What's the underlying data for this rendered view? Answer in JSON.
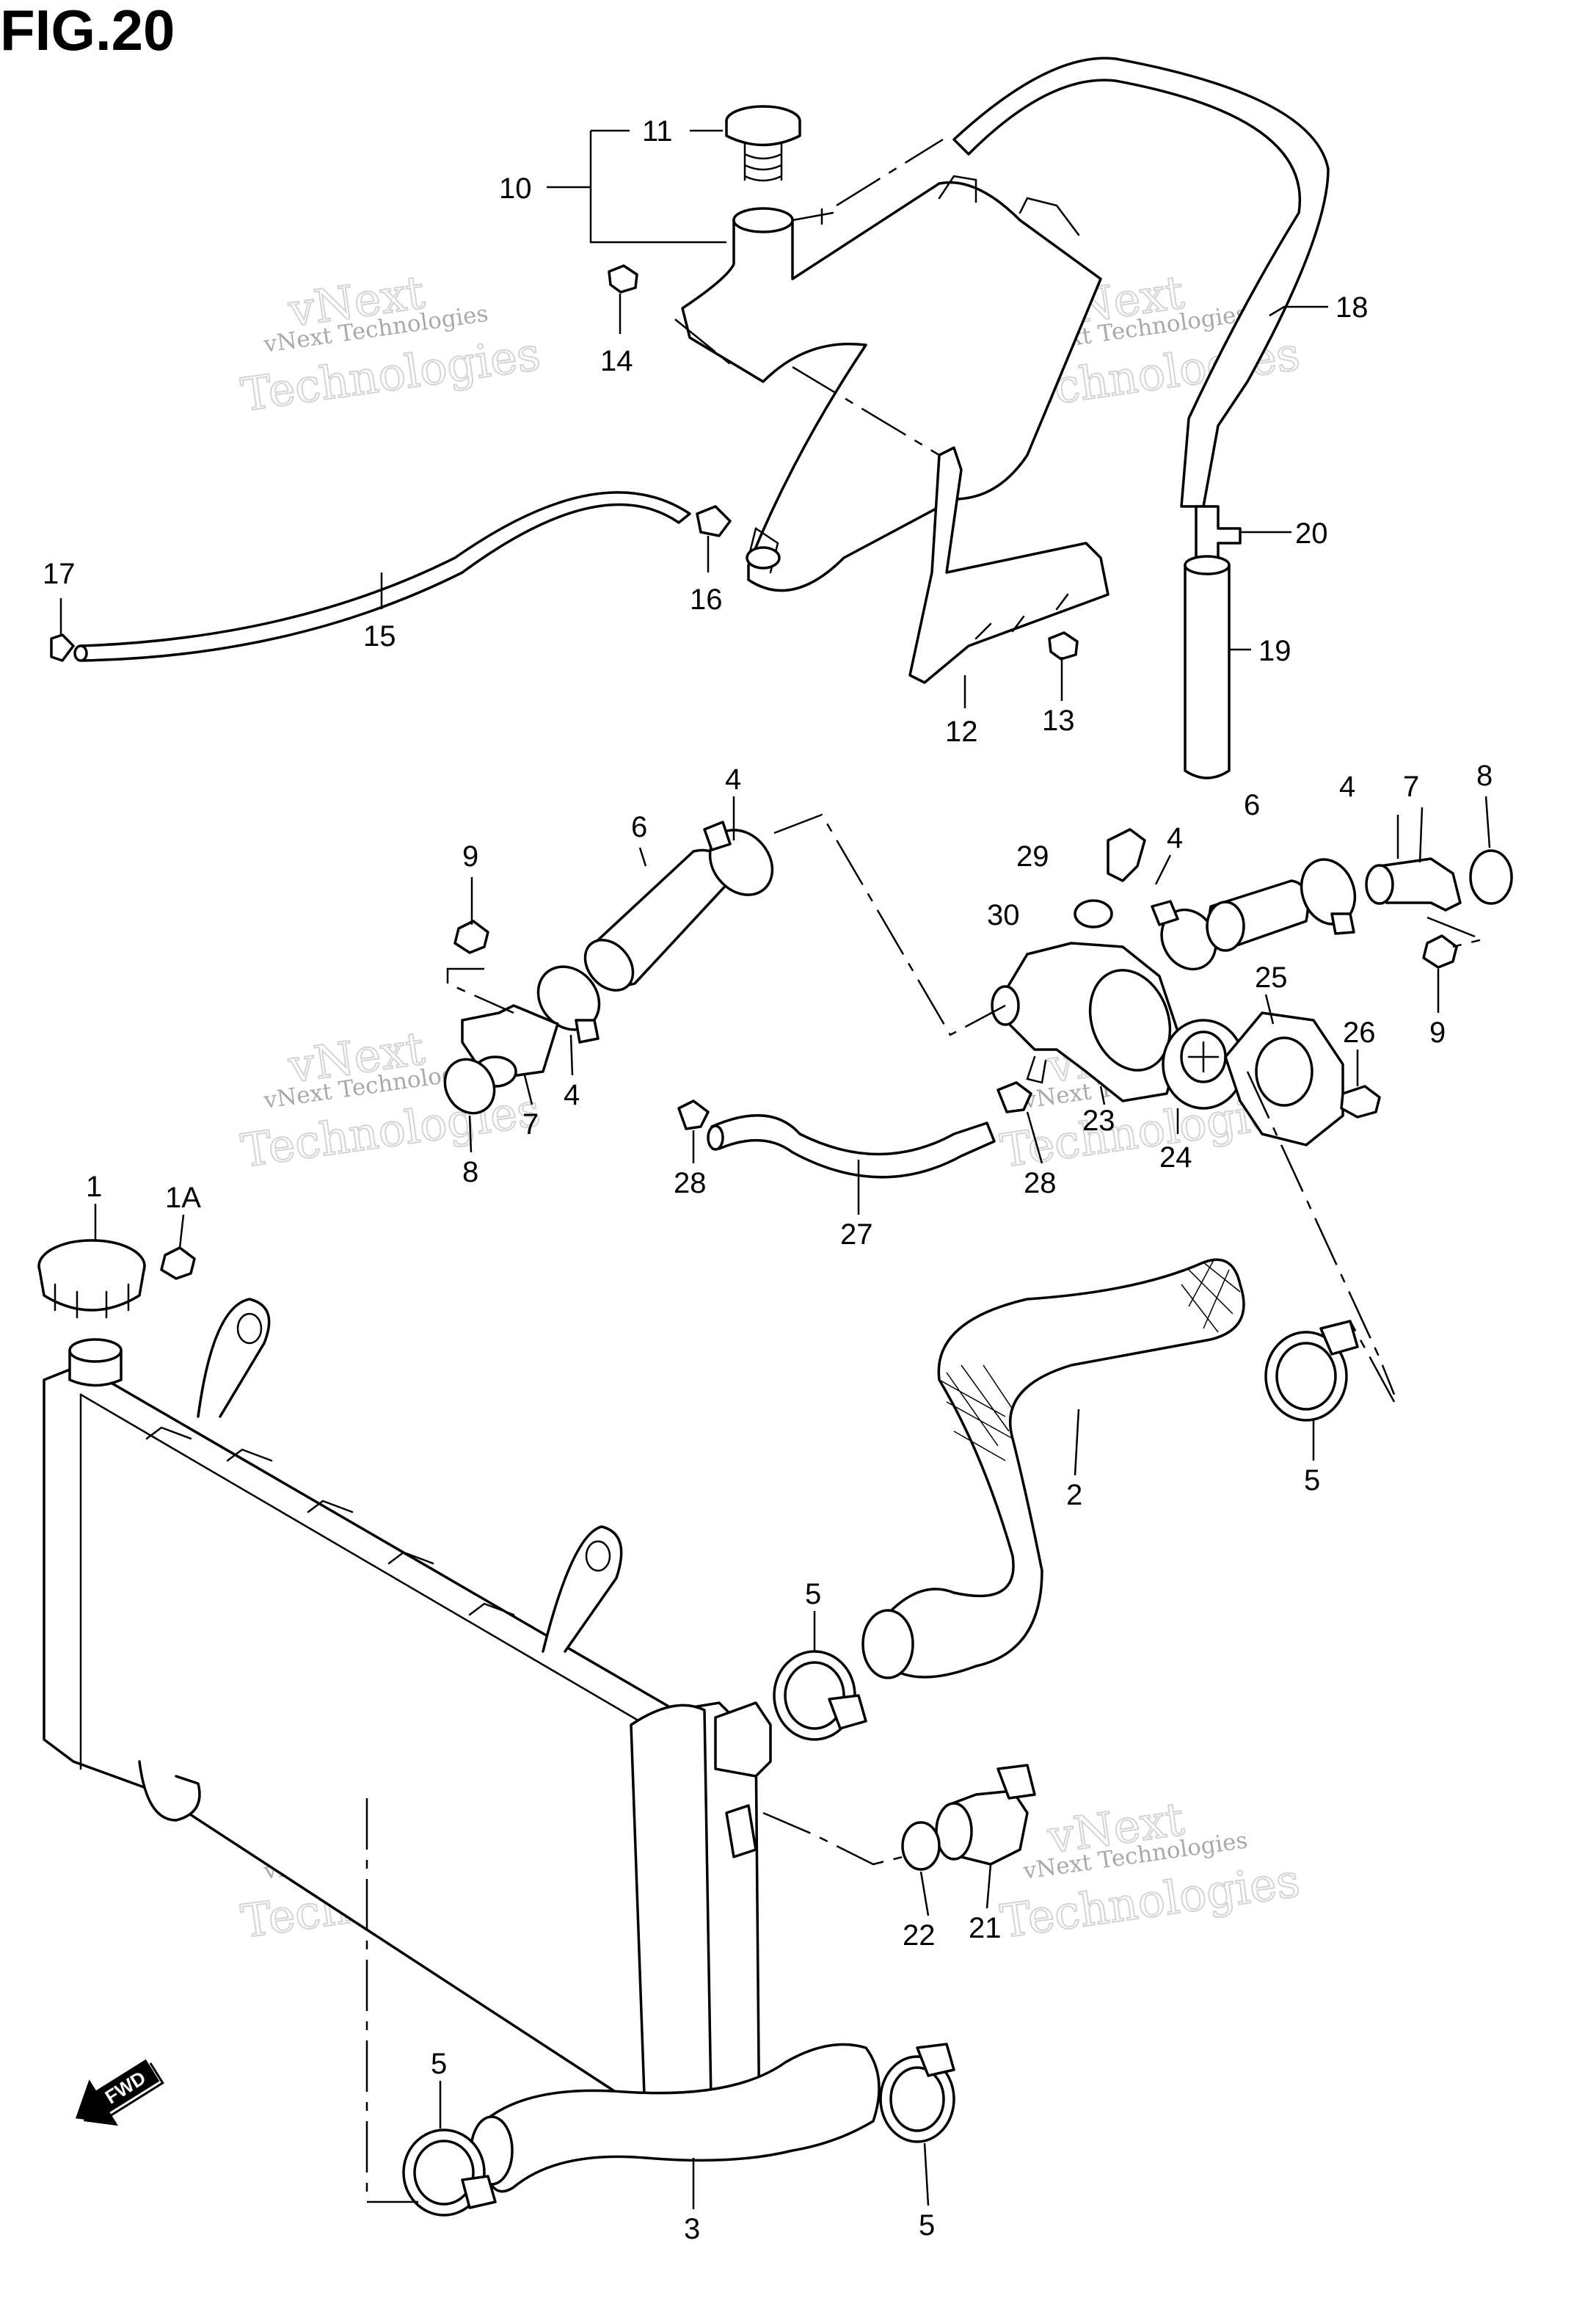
{
  "figure": {
    "title": "FIG.20"
  },
  "watermark": {
    "company": "vNext Technologies",
    "word_top": "vNext",
    "word_bottom": "Technologies"
  },
  "direction_arrow": {
    "label": "FWD"
  },
  "callouts": [
    {
      "id": "11",
      "text": "11"
    },
    {
      "id": "10",
      "text": "10"
    },
    {
      "id": "14",
      "text": "14"
    },
    {
      "id": "17",
      "text": "17"
    },
    {
      "id": "15",
      "text": "15"
    },
    {
      "id": "16",
      "text": "16"
    },
    {
      "id": "12",
      "text": "12"
    },
    {
      "id": "13",
      "text": "13"
    },
    {
      "id": "18",
      "text": "18"
    },
    {
      "id": "20",
      "text": "20"
    },
    {
      "id": "19",
      "text": "19"
    },
    {
      "id": "4-a",
      "text": "4"
    },
    {
      "id": "6-a",
      "text": "6"
    },
    {
      "id": "9-a",
      "text": "9"
    },
    {
      "id": "7-a",
      "text": "7"
    },
    {
      "id": "4-b",
      "text": "4"
    },
    {
      "id": "8-a",
      "text": "8"
    },
    {
      "id": "29",
      "text": "29"
    },
    {
      "id": "30",
      "text": "30"
    },
    {
      "id": "4-c",
      "text": "4"
    },
    {
      "id": "6-b",
      "text": "6"
    },
    {
      "id": "4-d",
      "text": "4"
    },
    {
      "id": "7-b",
      "text": "7"
    },
    {
      "id": "8-b",
      "text": "8"
    },
    {
      "id": "9-b",
      "text": "9"
    },
    {
      "id": "25",
      "text": "25"
    },
    {
      "id": "26",
      "text": "26"
    },
    {
      "id": "23",
      "text": "23"
    },
    {
      "id": "24",
      "text": "24"
    },
    {
      "id": "28-a",
      "text": "28"
    },
    {
      "id": "27",
      "text": "27"
    },
    {
      "id": "28-b",
      "text": "28"
    },
    {
      "id": "1",
      "text": "1"
    },
    {
      "id": "1A",
      "text": "1A"
    },
    {
      "id": "2",
      "text": "2"
    },
    {
      "id": "5-a",
      "text": "5"
    },
    {
      "id": "5-b",
      "text": "5"
    },
    {
      "id": "22",
      "text": "22"
    },
    {
      "id": "21",
      "text": "21"
    },
    {
      "id": "5-c",
      "text": "5"
    },
    {
      "id": "5-d",
      "text": "5"
    },
    {
      "id": "3",
      "text": "3"
    }
  ]
}
